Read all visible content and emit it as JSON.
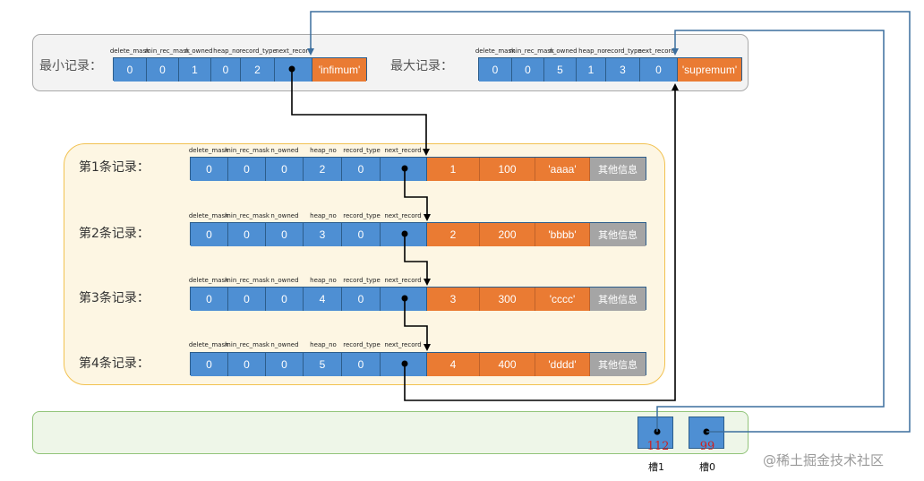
{
  "field_headers": [
    "delete_mask",
    "min_rec_mask",
    "n_owned",
    "heap_no",
    "record_type",
    "next_record"
  ],
  "infimum": {
    "label": "最小记录：",
    "fields": [
      "0",
      "0",
      "1",
      "0",
      "2",
      ""
    ],
    "data": "'infimum'"
  },
  "supremum": {
    "label": "最大记录：",
    "fields": [
      "0",
      "0",
      "5",
      "1",
      "3",
      "0"
    ],
    "data": "'supremum'"
  },
  "records": [
    {
      "label": "第1条记录：",
      "fields": [
        "0",
        "0",
        "0",
        "2",
        "0",
        ""
      ],
      "data": [
        "1",
        "100",
        "'aaaa'",
        "其他信息"
      ]
    },
    {
      "label": "第2条记录：",
      "fields": [
        "0",
        "0",
        "0",
        "3",
        "0",
        ""
      ],
      "data": [
        "2",
        "200",
        "'bbbb'",
        "其他信息"
      ]
    },
    {
      "label": "第3条记录：",
      "fields": [
        "0",
        "0",
        "0",
        "4",
        "0",
        ""
      ],
      "data": [
        "3",
        "300",
        "'cccc'",
        "其他信息"
      ]
    },
    {
      "label": "第4条记录：",
      "fields": [
        "0",
        "0",
        "0",
        "5",
        "0",
        ""
      ],
      "data": [
        "4",
        "400",
        "'dddd'",
        "其他信息"
      ]
    }
  ],
  "slots": [
    {
      "number": "112",
      "name": "槽1"
    },
    {
      "number": "99",
      "name": "槽0"
    }
  ],
  "watermark": "@稀土掘金技术社区",
  "colors": {
    "field": "#4e8fd3",
    "data": "#ea7b33",
    "extra": "#a5a5a5",
    "arrow": "#000000",
    "slot_link": "#3b6e9e"
  }
}
